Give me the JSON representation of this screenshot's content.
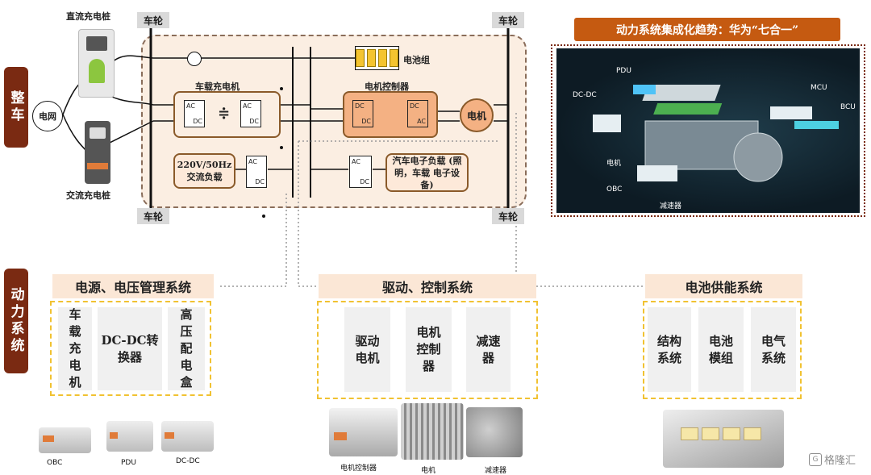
{
  "vehicle_tag": "整车",
  "powertrain_tag": "动力系统",
  "wheels": {
    "tl": "车轮",
    "tr": "车轮",
    "bl": "车轮",
    "br": "车轮"
  },
  "chargers": {
    "dc": "直流充电桩",
    "ac": "交流充电桩",
    "grid": "电网"
  },
  "battery": "电池组",
  "onboard_charger": {
    "title": "车载充电机",
    "ac": "AC",
    "dc": "DC"
  },
  "motor_controller": {
    "title": "电机控制器",
    "dc": "DC",
    "ac": "AC"
  },
  "motor": "电机",
  "ac_load": "220V/50Hz 交流负载",
  "dc_conv": {
    "ac": "AC",
    "dc": "DC"
  },
  "auto_load": "汽车电子负载 (照明，车载 电子设备)",
  "trend_title": "动力系统集成化趋势：华为“七合一”",
  "trend_labels": {
    "pdu": "PDU",
    "dcdc": "DC-DC",
    "mcu": "MCU",
    "bcu": "BCU",
    "motor": "电机",
    "obc": "OBC",
    "reducer": "减速器"
  },
  "sections": [
    {
      "title": "电源、电压管理系统",
      "cells": [
        "车载充电机",
        "DC-DC转换器",
        "高压配电盒"
      ]
    },
    {
      "title": "驱动、控制系统",
      "cells": [
        "驱动电机",
        "电机控制器",
        "减速器"
      ]
    },
    {
      "title": "电池供能系统",
      "cells": [
        "结构系统",
        "电池模组",
        "电气系统"
      ]
    }
  ],
  "photo_captions": {
    "obc": "OBC",
    "pdu": "PDU",
    "dcdc": "DC-DC",
    "mcu": "电机控制器",
    "motor": "电机",
    "reducer": "减速器"
  },
  "watermark": "格隆汇",
  "colors": {
    "tag": "#7a2a12",
    "section_title": "#fbe7d6",
    "dashed": "#f1c232",
    "panel": "#fbeee2",
    "orange_box": "#f4b183",
    "trend_title": "#c55a11"
  }
}
